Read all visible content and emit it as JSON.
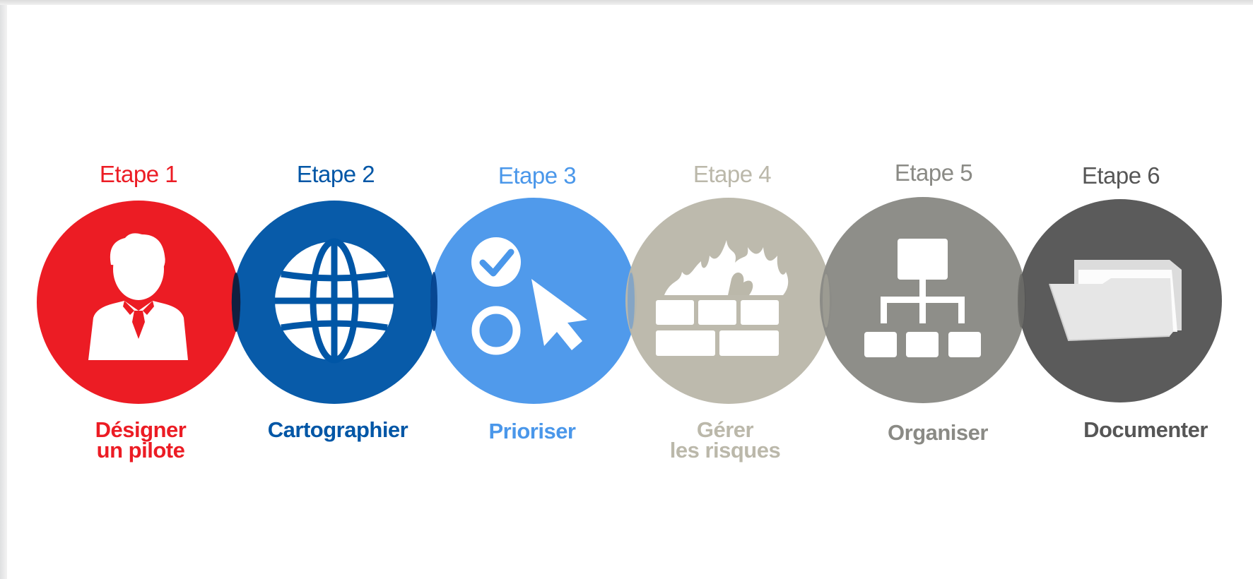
{
  "colors": {
    "step1": "#ec1c24",
    "step2": "#0056a6",
    "step3": "#4a97ea",
    "step4": "#bbb8aa",
    "step5": "#8a8a85",
    "step6": "#565656"
  },
  "steps": [
    {
      "label": "Etape 1",
      "name_line1": "Désigner",
      "name_line2": "un pilote",
      "icon": "person-icon"
    },
    {
      "label": "Etape 2",
      "name_line1": "Cartographier",
      "name_line2": "",
      "icon": "globe-icon"
    },
    {
      "label": "Etape 3",
      "name_line1": "Prioriser",
      "name_line2": "",
      "icon": "priority-cursor-icon"
    },
    {
      "label": "Etape 4",
      "name_line1": "Gérer",
      "name_line2": "les risques",
      "icon": "firewall-icon"
    },
    {
      "label": "Etape 5",
      "name_line1": "Organiser",
      "name_line2": "",
      "icon": "org-chart-icon"
    },
    {
      "label": "Etape 6",
      "name_line1": "Documenter",
      "name_line2": "",
      "icon": "folder-icon"
    }
  ]
}
